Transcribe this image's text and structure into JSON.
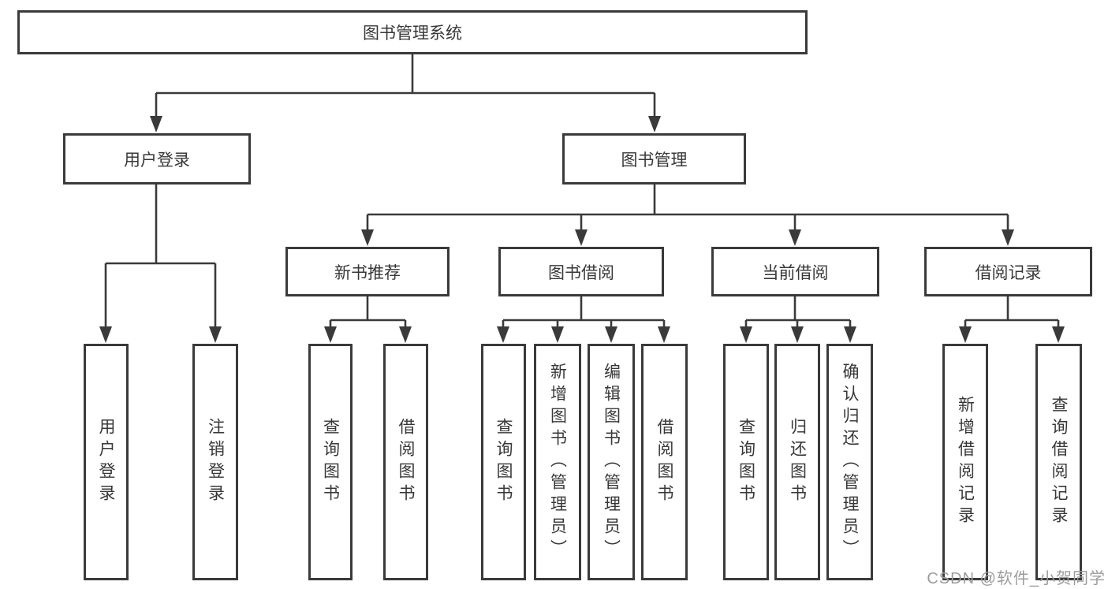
{
  "colors": {
    "line": "#3a3a3a",
    "box_border": "#3a3a3a",
    "text": "#383838",
    "watermark": "#9c9c9c",
    "background": "#ffffff"
  },
  "watermark": {
    "text": "CSDN @软件_小贺同学"
  },
  "tree": {
    "root": {
      "label": "图书管理系统"
    },
    "branches": [
      {
        "label": "用户登录",
        "children": [
          {
            "label": "用户登录"
          },
          {
            "label": "注销登录"
          }
        ]
      },
      {
        "label": "图书管理",
        "children": [
          {
            "label": "新书推荐",
            "children": [
              {
                "label": "查询图书"
              },
              {
                "label": "借阅图书"
              }
            ]
          },
          {
            "label": "图书借阅",
            "children": [
              {
                "label": "查询图书"
              },
              {
                "label": "新增图书（管理员）"
              },
              {
                "label": "编辑图书（管理员）"
              },
              {
                "label": "借阅图书"
              }
            ]
          },
          {
            "label": "当前借阅",
            "children": [
              {
                "label": "查询图书"
              },
              {
                "label": "归还图书"
              },
              {
                "label": "确认归还（管理员）"
              }
            ]
          },
          {
            "label": "借阅记录",
            "children": [
              {
                "label": "新增借阅记录"
              },
              {
                "label": "查询借阅记录"
              }
            ]
          }
        ]
      }
    ]
  }
}
